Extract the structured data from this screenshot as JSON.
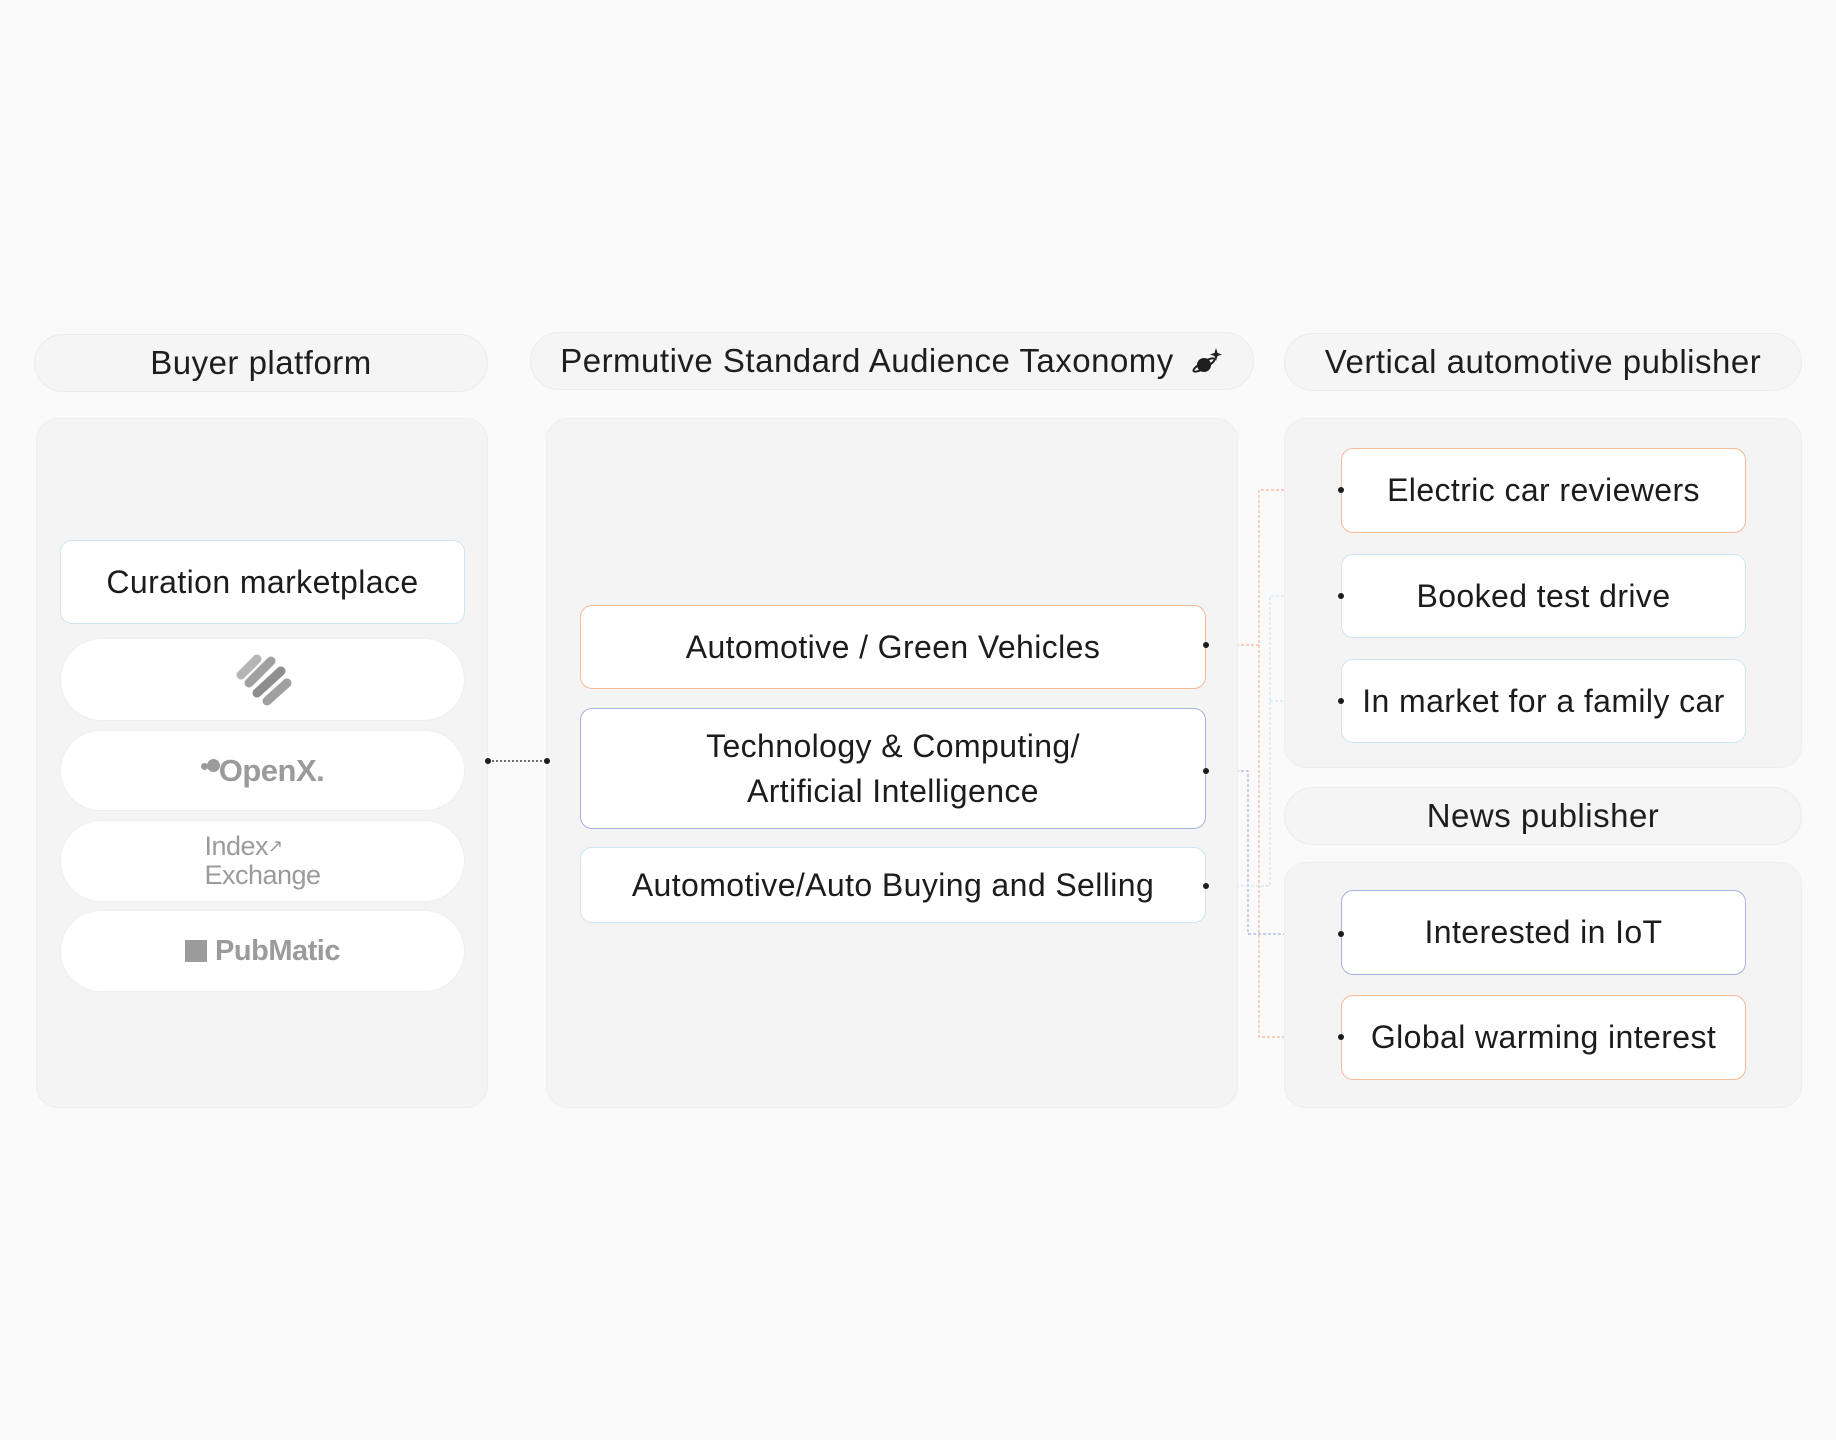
{
  "columns": {
    "buyer": {
      "title": "Buyer platform",
      "marketplace_label": "Curation marketplace",
      "logos": [
        {
          "name": "stripes-logo",
          "text": ""
        },
        {
          "name": "openx-logo",
          "text": "OpenX."
        },
        {
          "name": "index-exchange-logo",
          "line1": "Index",
          "line2": "Exchange"
        },
        {
          "name": "pubmatic-logo",
          "text": "PubMatic"
        }
      ]
    },
    "taxonomy": {
      "title": "Permutive Standard Audience Taxonomy",
      "icon": "planet-sparkle-icon",
      "segments": [
        {
          "label": "Automotive / Green Vehicles",
          "color": "#f6b895"
        },
        {
          "line1": "Technology & Computing/",
          "line2": "Artificial Intelligence",
          "color": "#a4b3dd"
        },
        {
          "label": "Automotive/Auto Buying and Selling",
          "color": "#cde6f4"
        }
      ]
    },
    "vertical_publisher": {
      "title": "Vertical automotive publisher",
      "audiences": [
        "Electric car reviewers",
        "Booked test drive",
        "In market for a family car"
      ]
    },
    "news_publisher": {
      "title": "News publisher",
      "audiences": [
        "Interested in IoT",
        "Global warming interest"
      ]
    }
  },
  "colors": {
    "orange": "#f6b895",
    "blue": "#a4b3dd",
    "lightblue": "#cde6f4",
    "logo_gray": "#9b9b9b"
  }
}
